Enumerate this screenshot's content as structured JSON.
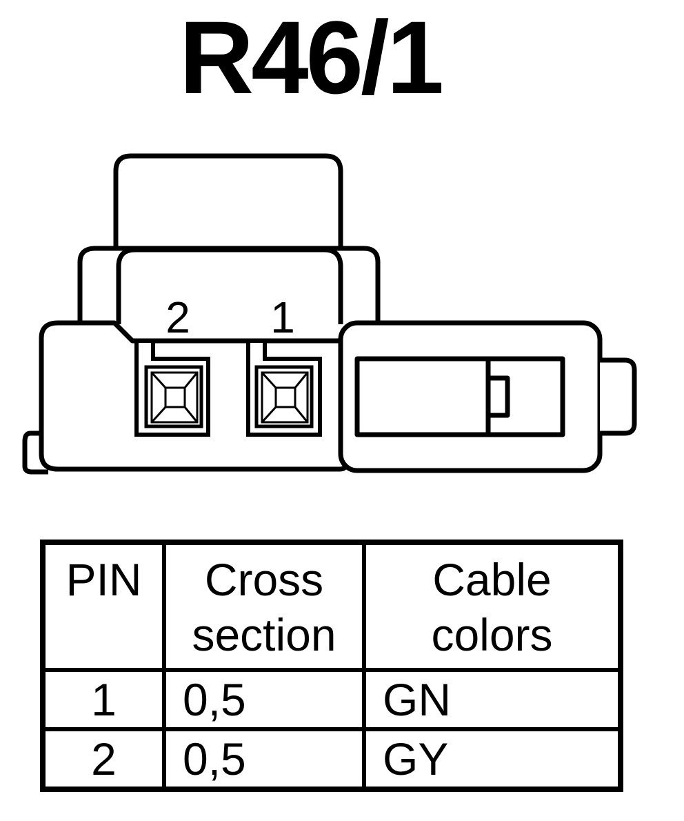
{
  "title": "R46/1",
  "connector": {
    "pin_labels": [
      "2",
      "1"
    ]
  },
  "table": {
    "headers": {
      "pin": "PIN",
      "cross_section_line1": "Cross",
      "cross_section_line2": "section",
      "cable_colors_line1": "Cable",
      "cable_colors_line2": "colors"
    },
    "rows": [
      {
        "pin": "1",
        "cross_section": "0,5",
        "color": "GN"
      },
      {
        "pin": "2",
        "cross_section": "0,5",
        "color": "GY"
      }
    ]
  }
}
